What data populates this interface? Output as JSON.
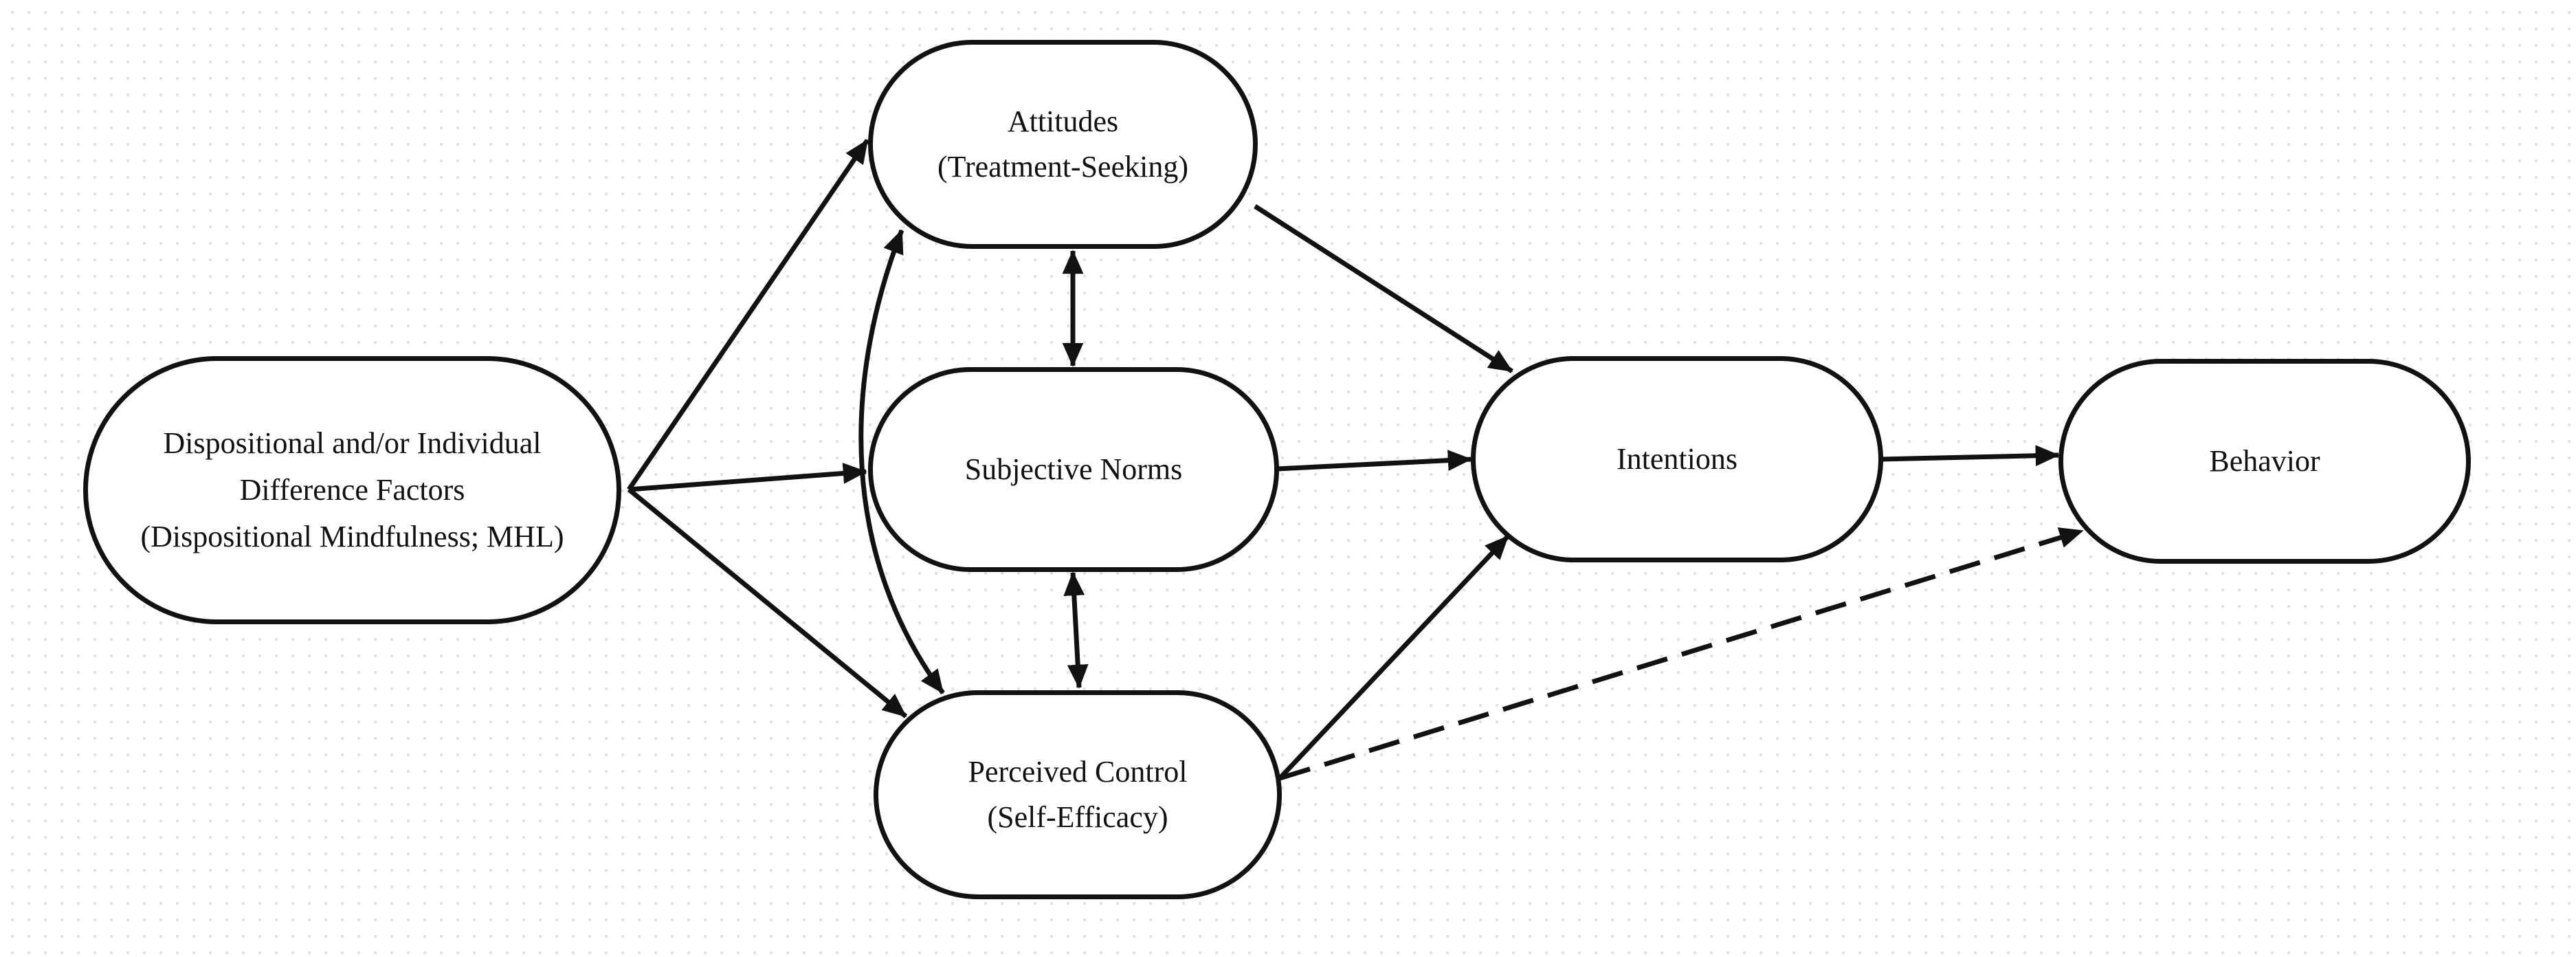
{
  "diagram": {
    "nodes": {
      "factors": {
        "lines": [
          "Dispositional and/or Individual",
          "Difference Factors",
          "(Dispositional Mindfulness; MHL)"
        ]
      },
      "attitudes": {
        "lines": [
          "Attitudes",
          "(Treatment-Seeking)"
        ]
      },
      "norms": {
        "lines": [
          "Subjective Norms"
        ]
      },
      "control": {
        "lines": [
          "Perceived Control",
          "(Self-Efficacy)"
        ]
      },
      "intentions": {
        "lines": [
          "Intentions"
        ]
      },
      "behavior": {
        "lines": [
          "Behavior"
        ]
      }
    },
    "edges": [
      {
        "from": "factors",
        "to": "attitudes",
        "style": "solid",
        "direction": "forward"
      },
      {
        "from": "factors",
        "to": "norms",
        "style": "solid",
        "direction": "forward"
      },
      {
        "from": "factors",
        "to": "control",
        "style": "solid",
        "direction": "forward"
      },
      {
        "from": "attitudes",
        "to": "norms",
        "style": "solid",
        "direction": "both"
      },
      {
        "from": "norms",
        "to": "control",
        "style": "solid",
        "direction": "both"
      },
      {
        "from": "attitudes",
        "to": "control",
        "style": "solid",
        "direction": "both",
        "shape": "curved"
      },
      {
        "from": "attitudes",
        "to": "intentions",
        "style": "solid",
        "direction": "forward"
      },
      {
        "from": "norms",
        "to": "intentions",
        "style": "solid",
        "direction": "forward"
      },
      {
        "from": "control",
        "to": "intentions",
        "style": "solid",
        "direction": "forward"
      },
      {
        "from": "intentions",
        "to": "behavior",
        "style": "solid",
        "direction": "forward"
      },
      {
        "from": "control",
        "to": "behavior",
        "style": "dashed",
        "direction": "forward"
      }
    ]
  }
}
